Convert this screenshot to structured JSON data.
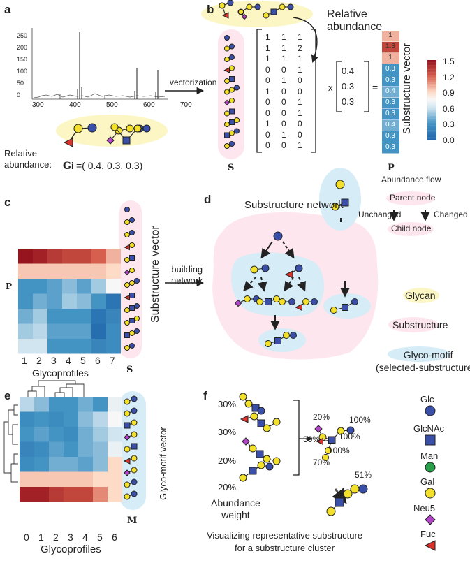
{
  "colors": {
    "glc": "#3a4fa8",
    "glcnac": "#3a4fa8",
    "man": "#2aa04a",
    "gal": "#f2e02a",
    "neu5": "#b343c8",
    "fuc": "#d9342b",
    "pink": "#fde6ee",
    "yellow": "#fbf6c4",
    "blue": "#d6ecf7"
  },
  "panel_a": {
    "label": "a",
    "y_ticks": [
      "250",
      "200",
      "150",
      "100",
      "50",
      "0"
    ],
    "x_ticks": [
      "300",
      "400",
      "500",
      "600",
      "700"
    ],
    "rel_label": "Relative\nabundance:",
    "formula": "G",
    "formula_rest": "i =( 0.4,  0.3,  0.3)"
  },
  "panel_b": {
    "label": "b",
    "relative": "Relative\nabundance",
    "matrix": [
      [
        "1",
        "1",
        "1"
      ],
      [
        "1",
        "1",
        "2"
      ],
      [
        "1",
        "1",
        "1"
      ],
      [
        "0",
        "0",
        "1"
      ],
      [
        "0",
        "1",
        "0"
      ],
      [
        "1",
        "0",
        "0"
      ],
      [
        "0",
        "0",
        "1"
      ],
      [
        "0",
        "0",
        "1"
      ],
      [
        "1",
        "0",
        "0"
      ],
      [
        "0",
        "1",
        "0"
      ],
      [
        "0",
        "0",
        "1"
      ]
    ],
    "weights": [
      "0.4",
      "0.3",
      "0.3"
    ],
    "times": "x",
    "equals": "=",
    "p_vector": [
      "1",
      "1.3",
      "1",
      "0.3",
      "0.3",
      "0.4",
      "0.3",
      "0.3",
      "0.4",
      "0.3",
      "0.3"
    ],
    "s_label": "S",
    "p_label": "P",
    "vector_title": "Substructure vector",
    "cbar_ticks": [
      "1.5",
      "1.2",
      "0.9",
      "0.6",
      "0.3",
      "0.0"
    ]
  },
  "arrow_vectorization": "vectorization",
  "panel_c": {
    "label": "c",
    "p_label": "P",
    "x_ticks": [
      "1",
      "2",
      "3",
      "4",
      "5",
      "6",
      "7"
    ],
    "x_title": "Glycoprofiles",
    "vector_title": "Substructure vector",
    "s_label": "S"
  },
  "arrow_building": "building\nnetwork",
  "panel_d": {
    "label": "d",
    "title": "Substructure network",
    "flow_title": "Abundance flow",
    "parent": "Parent node",
    "unchanged": "Unchanged",
    "changed": "Changed",
    "child": "Child node",
    "glycan": "Glycan",
    "substructure": "Substructure",
    "glycomotif": "Glyco-motif\n(selected-substructures)"
  },
  "panel_e": {
    "label": "e",
    "x_ticks": [
      "0",
      "1",
      "2",
      "3",
      "4",
      "5",
      "6"
    ],
    "x_title": "Glycoprofiles",
    "vector_title": "Glyco-motif vector",
    "m_label": "M"
  },
  "panel_f": {
    "label": "f",
    "weights": [
      "30%",
      "30%",
      "20%",
      "20%"
    ],
    "weight_title": "Abundance\nweight",
    "percents": [
      "20%",
      "100%",
      "30%",
      "100%",
      "100%",
      "70%",
      "51%"
    ],
    "caption": "Visualizing representative substructure\nfor a substructure cluster"
  },
  "legend": [
    {
      "name": "Glc",
      "shape": "circle",
      "color": "#3a4fa8"
    },
    {
      "name": "GlcNAc",
      "shape": "square",
      "color": "#3a4fa8"
    },
    {
      "name": "Man",
      "shape": "circle",
      "color": "#2aa04a"
    },
    {
      "name": "Gal",
      "shape": "circle",
      "color": "#f2e02a"
    },
    {
      "name": "Neu5",
      "shape": "diamond",
      "color": "#b343c8"
    },
    {
      "name": "Fuc",
      "shape": "triangle",
      "color": "#d9342b"
    }
  ]
}
